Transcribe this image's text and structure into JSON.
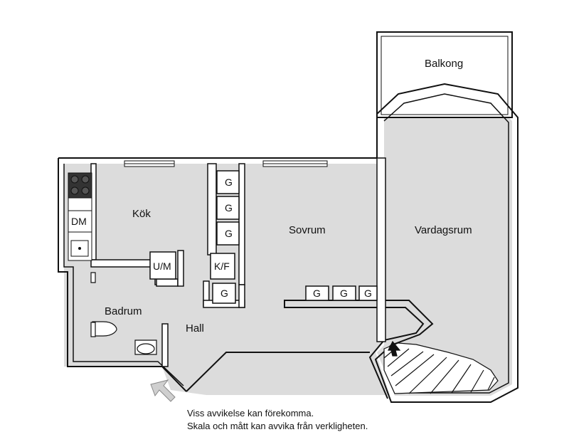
{
  "rooms": {
    "balkong": "Balkong",
    "vardagsrum": "Vardagsrum",
    "sovrum": "Sovrum",
    "kok": "Kök",
    "badrum": "Badrum",
    "hall": "Hall"
  },
  "fixtures": {
    "dishwasher": "DM",
    "laundry": "U/M",
    "fridge_freezer": "K/F",
    "wardrobe": "G"
  },
  "disclaimer": {
    "line1": "Viss avvikelse kan förekomma.",
    "line2": "Skala och mått kan avvika från verkligheten."
  },
  "colors": {
    "floor": "#dcdcdc",
    "wall": "#111111",
    "background": "#ffffff"
  }
}
